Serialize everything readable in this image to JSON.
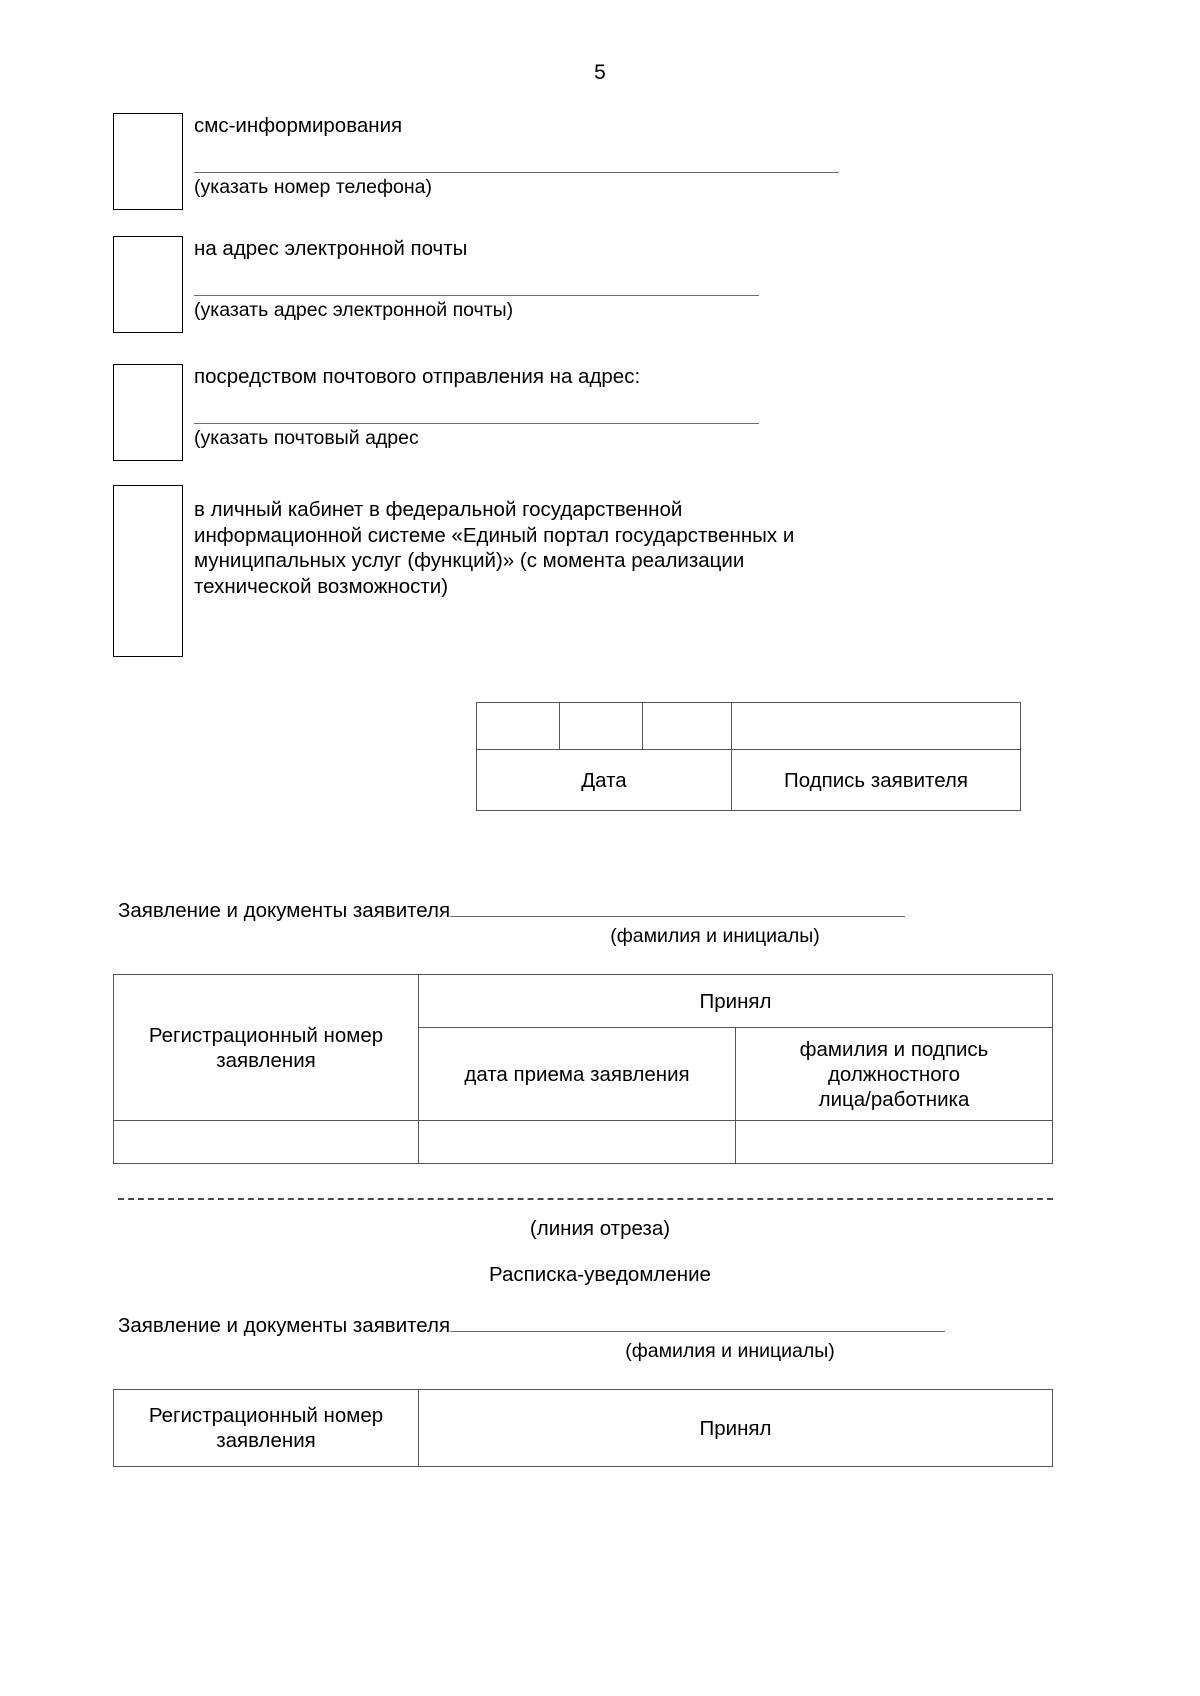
{
  "document": {
    "page_number": "5"
  },
  "delivery_options": [
    {
      "text": "смс-информирования",
      "caption": "(указать номер телефона)"
    },
    {
      "text": "на адрес электронной почты",
      "caption": "(указать адрес электронной почты)"
    },
    {
      "text": "посредством почтового отправления на адрес:",
      "caption": "(указать почтовый адрес"
    },
    {
      "line1": "в       личный       кабинет       в       федеральной       государственной",
      "line2": "информационной системе «Единый портал государственных и",
      "line3": "муниципальных      услуг      (функций)»      (с      момента      реализации",
      "line4": "технической возможности)"
    }
  ],
  "signature_table": {
    "date_label": "Дата",
    "signature_label": "Подпись заявителя"
  },
  "acceptance_block_1": {
    "lead_label": "Заявление и документы заявителя",
    "lead_caption": "(фамилия и инициалы)",
    "col_registration": "Регистрационный номер\nзаявления",
    "col_accepted": "Принял",
    "col_date_received": "дата приема заявления",
    "col_official": "фамилия и подпись\nдолжностного\nлица/работника"
  },
  "cut_section": {
    "cut_caption": "(линия отреза)",
    "receipt_title": "Расписка-уведомление"
  },
  "acceptance_block_2": {
    "lead_label": "Заявление и документы заявителя",
    "lead_caption": "(фамилия и инициалы)",
    "col_registration": "Регистрационный номер\nзаявления",
    "col_accepted": "Принял"
  }
}
